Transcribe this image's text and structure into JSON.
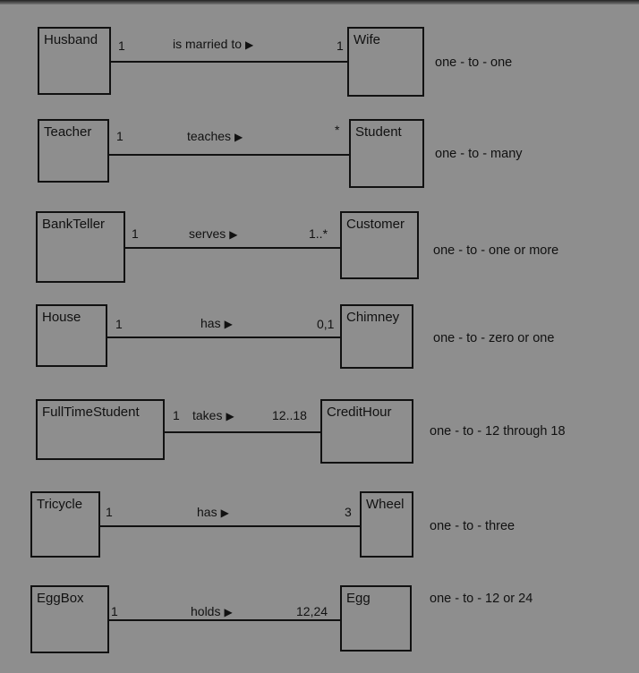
{
  "rows": [
    {
      "left": "Husband",
      "right": "Wife",
      "left_mult": "1",
      "right_mult": "1",
      "verb": "is married to",
      "arrow": "▶",
      "description": "one - to - one"
    },
    {
      "left": "Teacher",
      "right": "Student",
      "left_mult": "1",
      "right_mult": "*",
      "verb": "teaches",
      "arrow": "▶",
      "description": "one - to - many"
    },
    {
      "left": "BankTeller",
      "right": "Customer",
      "left_mult": "1",
      "right_mult": "1..*",
      "verb": "serves",
      "arrow": "▶",
      "description": "one - to - one or more"
    },
    {
      "left": "House",
      "right": "Chimney",
      "left_mult": "1",
      "right_mult": "0,1",
      "verb": "has",
      "arrow": "▶",
      "description": "one - to - zero or one"
    },
    {
      "left": "FullTimeStudent",
      "right": "CreditHour",
      "left_mult": "1",
      "right_mult": "12..18",
      "verb": "takes",
      "arrow": "▶",
      "description": "one - to - 12 through 18"
    },
    {
      "left": "Tricycle",
      "right": "Wheel",
      "left_mult": "1",
      "right_mult": "3",
      "verb": "has",
      "arrow": "▶",
      "description": "one - to - three"
    },
    {
      "left": "EggBox",
      "right": "Egg",
      "left_mult": "1",
      "right_mult": "12,24",
      "verb": "holds",
      "arrow": "▶",
      "description": "one - to - 12 or 24"
    }
  ]
}
